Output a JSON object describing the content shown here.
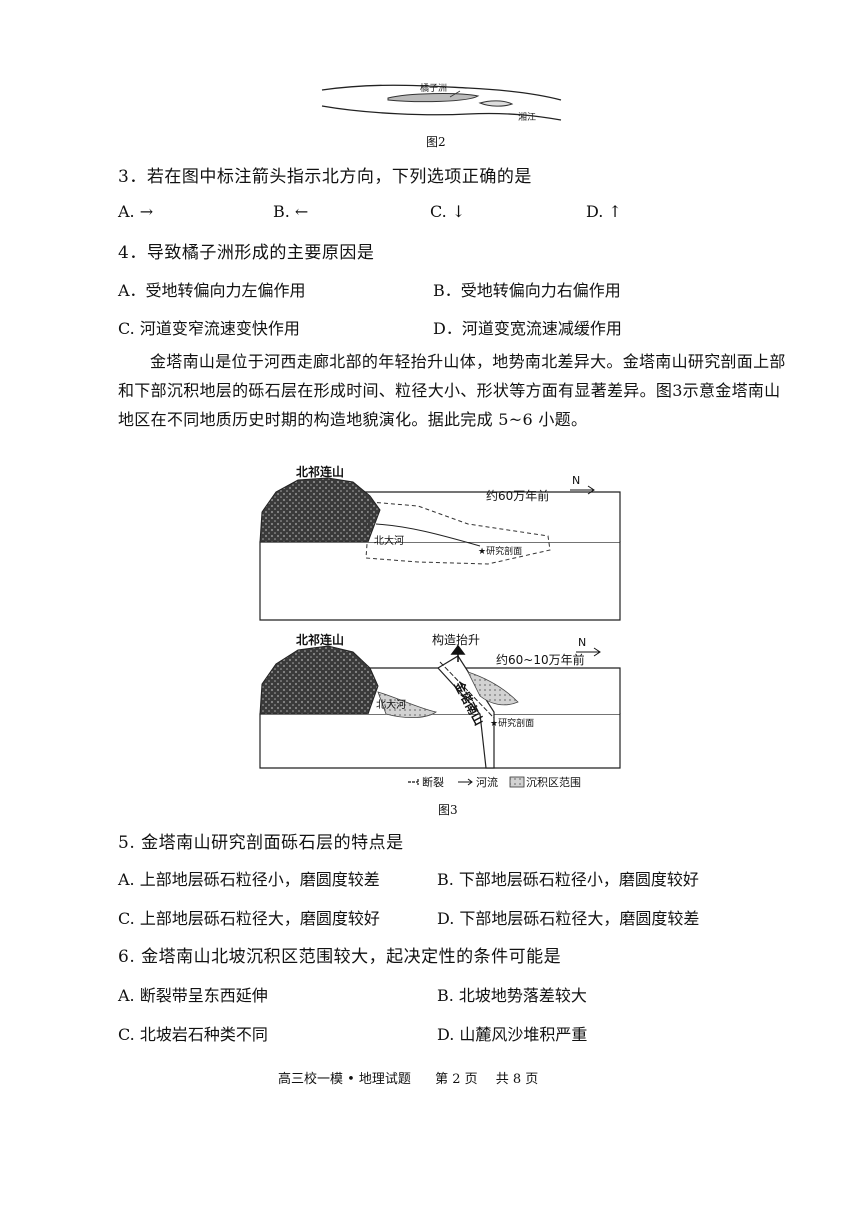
{
  "figure2": {
    "island_label": "橘子洲",
    "river_label": "湘江",
    "caption": "图2"
  },
  "q3": {
    "stem": "3．若在图中标注箭头指示北方向，下列选项正确的是",
    "options": [
      "A. →",
      "B. ←",
      "C. ↓",
      "D. ↑"
    ]
  },
  "q4": {
    "stem": "4．导致橘子洲形成的主要原因是",
    "options": [
      "A．受地转偏向力左偏作用",
      "B．受地转偏向力右偏作用",
      "C. 河道变窄流速变快作用",
      "D．河道变宽流速减缓作用"
    ]
  },
  "passage": {
    "lines": [
      "金塔南山是位于河西走廊北部的年轻抬升山体，地势南北差异大。金塔南山研究剖面上部",
      "和下部沉积地层的砾石层在形成时间、粒径大小、形状等方面有显著差异。图3示意金塔南山",
      "地区在不同地质历史时期的构造地貌演化。据此完成 5~6 小题。"
    ]
  },
  "figure3": {
    "top": {
      "mountain": "北祁连山",
      "time": "约60万年前",
      "north": "N",
      "river": "北大河",
      "profile": "★研究剖面"
    },
    "bottom": {
      "mountain": "北祁连山",
      "uplift": "构造抬升",
      "time": "约60~10万年前",
      "north": "N",
      "river": "北大河",
      "range": "金塔南山",
      "profile": "★研究剖面"
    },
    "legend": [
      "断裂",
      "河流",
      "沉积区范围"
    ],
    "caption": "图3"
  },
  "q5": {
    "stem": "5. 金塔南山研究剖面砾石层的特点是",
    "options": [
      "A. 上部地层砾石粒径小，磨圆度较差",
      "B. 下部地层砾石粒径小，磨圆度较好",
      "C. 上部地层砾石粒径大，磨圆度较好",
      "D. 下部地层砾石粒径大，磨圆度较差"
    ]
  },
  "q6": {
    "stem": "6. 金塔南山北坡沉积区范围较大，起决定性的条件可能是",
    "options": [
      "A. 断裂带呈东西延伸",
      "B. 北坡地势落差较大",
      "C. 北坡岩石种类不同",
      "D. 山麓风沙堆积严重"
    ]
  },
  "footer": {
    "title": "高三校一模 • 地理试题",
    "page": "第 2 页",
    "total": "共 8 页"
  }
}
